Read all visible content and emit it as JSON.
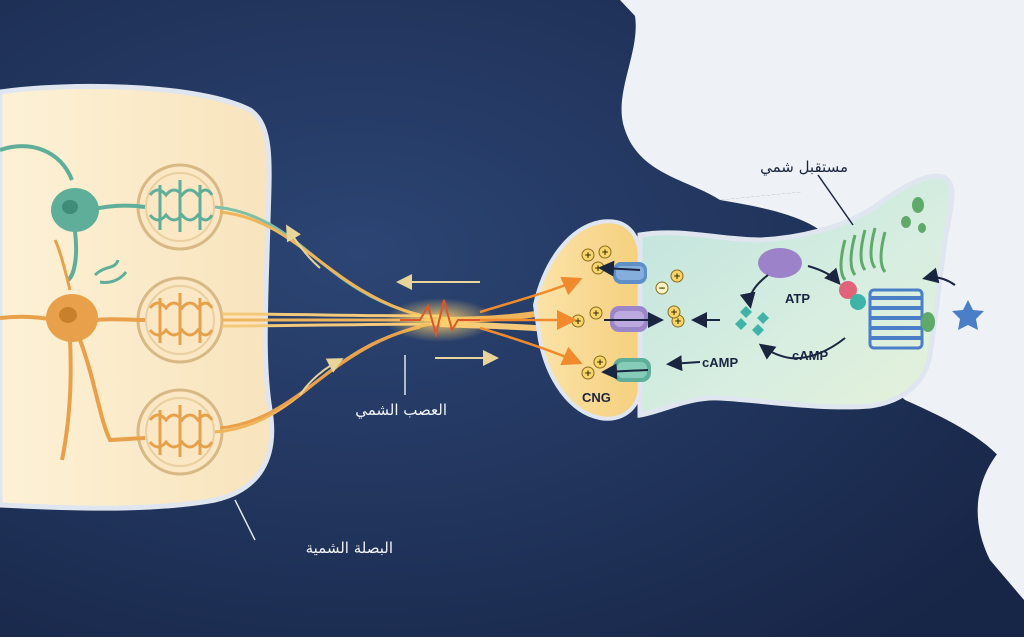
{
  "labels": {
    "olfactory_receptor": "مستقبل شمي",
    "olfactory_nerve": "العصب الشمي",
    "olfactory_bulb": "البصلة الشمية",
    "atp": "ATP",
    "camp_right": "cAMP",
    "camp_left": "cAMP",
    "cng": "CNG"
  },
  "ions": {
    "plus": "+",
    "minus": "−"
  },
  "colors": {
    "background": "#1e2f55",
    "bulb_fill": "#fbecc9",
    "neuron_green": "#5fae9a",
    "neuron_orange": "#e8a14a",
    "cell_fill": "#cfe8e2",
    "receptor_blue": "#4a7fc8",
    "ion_yellow": "#f6d66b"
  }
}
